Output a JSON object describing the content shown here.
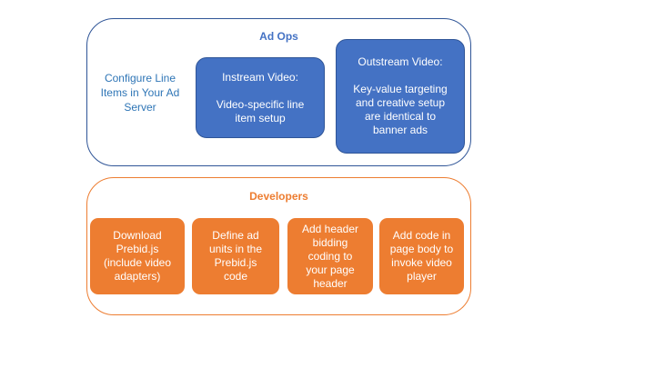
{
  "ad_ops": {
    "title": "Ad Ops",
    "side_label": "Configure Line\nItems in Your Ad\nServer",
    "instream": "Instream Video:\n\nVideo-specific line\nitem setup",
    "outstream": "Outstream Video:\n\nKey-value targeting\nand creative setup\nare identical to\nbanner ads"
  },
  "developers": {
    "title": "Developers",
    "steps": [
      "Download\nPrebid.js\n(include video\nadapters)",
      "Define ad\nunits in the\nPrebid.js\ncode",
      "Add header\nbidding\ncoding to\nyour page\nheader",
      "Add code in\npage body to\ninvoke video\nplayer"
    ]
  },
  "colors": {
    "ad_ops_blue": "#4472c4",
    "ad_ops_border": "#2f5597",
    "developers_orange": "#ed7d31"
  }
}
